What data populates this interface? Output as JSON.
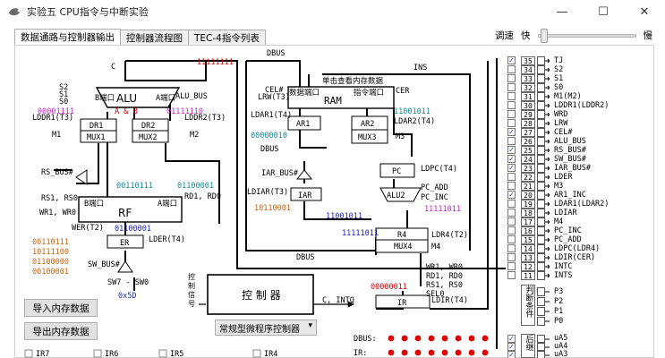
{
  "window": {
    "title": "实验五 CPU指令与中断实验",
    "minimize": "—",
    "maximize": "☐",
    "close": "✕"
  },
  "tabs": [
    {
      "label": "数据通路与控制器输出",
      "active": true
    },
    {
      "label": "控制器流程图",
      "active": false
    },
    {
      "label": "TEC-4指令列表",
      "active": false
    }
  ],
  "speed": {
    "label": "调速",
    "fast": "快",
    "slow": "慢",
    "value": 0.02
  },
  "diagram": {
    "c_flag": "C",
    "s_labels": [
      "S2",
      "S1",
      "S0"
    ],
    "alu": "ALU",
    "alu_b_port": "B端口",
    "alu_a_port": "A端口",
    "alu_bus": "ALU_BUS",
    "alu_a_b": "A & B",
    "val_left_top": "00001111",
    "val_right_top": "01111110",
    "dr1": "DR1",
    "dr2": "DR2",
    "mux1": "MUX1",
    "mux2": "MUX2",
    "lddr1": "LDDR1(T3)",
    "lddr2": "LDDR2(T3)",
    "m1": "M1",
    "m2": "M2",
    "rs_bus": "RS_BUS#",
    "rs1_rs0": "RS1, RS0",
    "rd1_rd0": "RD1, RD0",
    "wr1_wr0": "WR1, WR0",
    "rf": "RF",
    "rf_b_port": "B端口",
    "rf_a_port": "A端口",
    "val_rf_b": "00110111",
    "val_rf_a": "01100001",
    "wer": "WER(T2)",
    "val_er": "01100001",
    "er": "ER",
    "lder": "LDER(T4)",
    "reg_vals": [
      "00110111",
      "10111100",
      "01100000",
      "00100001"
    ],
    "sw_bus": "SW_BUS#",
    "sw": "SW7 - SW0",
    "sw_val": "0x5D",
    "dbus": "DBUS",
    "val_dbus": "11111111",
    "single_step_mem": "单击查看内存数据",
    "cel": "CEL#",
    "lrw": "LRW(T3)",
    "ram_data_port": "数据端口",
    "ram_addr_port": "指令端口",
    "ram": "RAM",
    "cer": "CER",
    "ldar1": "LDAR1(T4)",
    "ldar2": "LDAR2(T4)",
    "ar1": "AR1",
    "ar2": "AR2",
    "val_ar1": "00000010",
    "val_ar2": "11001011",
    "mux3": "MUX3",
    "m3": "M3",
    "ins": "INS",
    "iar_bus": "IAR_BUS#",
    "ldiar": "LDIAR(T3)",
    "iar": "IAR",
    "val_iar": "10110001",
    "pc": "PC",
    "ldpc": "LDPC(T4)",
    "pc_add": "PC_ADD",
    "pc_inc": "PC_INC",
    "alu2": "ALU2",
    "val_alu2": "11111011",
    "val_bus_mid": "11001011",
    "val_r4": "11111011",
    "r4": "R4",
    "ldr4": "LDR4(T2)",
    "mux4": "MUX4",
    "m4": "M4",
    "wr": "WR1, WR0",
    "rd": "RD1, RD0",
    "rs": "RS1, RS0",
    "sel": "SEL0",
    "val_ir": "00000011",
    "ir": "IR",
    "ldir": "LDIR(T4)",
    "ctrl_signal": "控制信号",
    "controller": "控 制 器",
    "c_intq": "C, INTQ",
    "dbus_lbl": "DBUS:",
    "ir_lbl": "IR:",
    "reg_labels": [
      "IR7",
      "IR6",
      "IR5",
      "IR4"
    ]
  },
  "buttons": {
    "import": "导入内存数据",
    "export": "导出内存数据"
  },
  "controller_select": {
    "value": "常规型微程序控制器"
  },
  "signals": [
    {
      "bit": "35",
      "name": "TJ",
      "checked": true
    },
    {
      "bit": "34",
      "name": "S2",
      "checked": false
    },
    {
      "bit": "33",
      "name": "S1",
      "checked": false
    },
    {
      "bit": "32",
      "name": "S0",
      "checked": false
    },
    {
      "bit": "31",
      "name": "M1(M2)",
      "checked": false
    },
    {
      "bit": "30",
      "name": "LDDR1(LDDR2)",
      "checked": false
    },
    {
      "bit": "29",
      "name": "WRD",
      "checked": false
    },
    {
      "bit": "28",
      "name": "LRW",
      "checked": false
    },
    {
      "bit": "27",
      "name": "CEL#",
      "checked": true
    },
    {
      "bit": "26",
      "name": "ALU_BUS",
      "checked": false
    },
    {
      "bit": "25",
      "name": "RS_BUS#",
      "checked": true
    },
    {
      "bit": "24",
      "name": "SW_BUS#",
      "checked": true
    },
    {
      "bit": "23",
      "name": "IAR_BUS#",
      "checked": true
    },
    {
      "bit": "22",
      "name": "LDER",
      "checked": false
    },
    {
      "bit": "21",
      "name": "M3",
      "checked": false
    },
    {
      "bit": "20",
      "name": "AR1_INC",
      "checked": true
    },
    {
      "bit": "19",
      "name": "LDAR1(LDAR2)",
      "checked": false
    },
    {
      "bit": "18",
      "name": "LDIAR",
      "checked": false
    },
    {
      "bit": "17",
      "name": "M4",
      "checked": false
    },
    {
      "bit": "16",
      "name": "PC_INC",
      "checked": false
    },
    {
      "bit": "15",
      "name": "PC_ADD",
      "checked": false
    },
    {
      "bit": "14",
      "name": "LDPC(LDR4)",
      "checked": false
    },
    {
      "bit": "13",
      "name": "LDIR(CER)",
      "checked": false
    },
    {
      "bit": "12",
      "name": "INTC",
      "checked": false
    },
    {
      "bit": "11",
      "name": "INTS",
      "checked": false
    }
  ],
  "cond": {
    "label": "判断条件",
    "items": [
      "P3",
      "P2",
      "P1",
      "P0"
    ]
  },
  "next": {
    "label": "后继",
    "items": [
      {
        "name": "uA5",
        "checked": true
      },
      {
        "name": "uA4",
        "checked": true
      },
      {
        "name": "uA3",
        "checked": true
      }
    ]
  },
  "colors": {
    "blue": "#1a22c8",
    "teal": "#138a9c",
    "magenta": "#c828c8",
    "orange": "#c86414",
    "red": "#e00000",
    "blueText": "#2233bb"
  }
}
